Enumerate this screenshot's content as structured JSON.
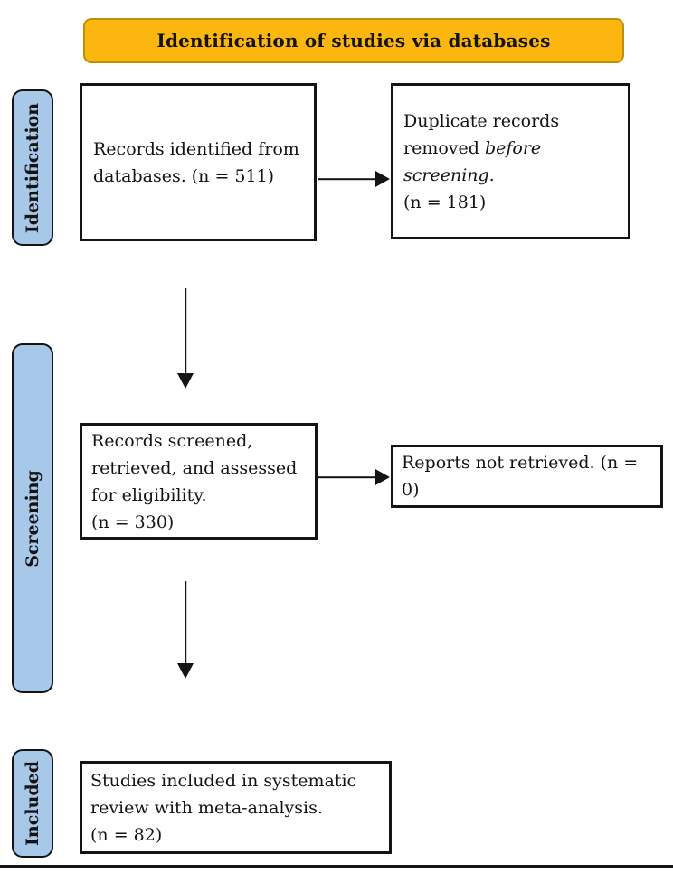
{
  "figure": {
    "header": {
      "title": "Identification of studies via databases"
    },
    "stages": [
      {
        "id": "identification",
        "label": "Identification"
      },
      {
        "id": "screening",
        "label": "Screening"
      },
      {
        "id": "included",
        "label": "Included"
      }
    ],
    "boxes": {
      "identified": {
        "lines": [
          "Records identified from",
          "databases. (n = 511)"
        ],
        "n": 511
      },
      "duplicates": {
        "line1": "Duplicate records",
        "line2_prefix": "removed ",
        "line2_italic": "before screening.",
        "line3": "(n = 181)",
        "n": 181
      },
      "screened": {
        "lines": [
          "Records screened,",
          "retrieved, and assessed",
          "for eligibility.",
          "(n = 330)"
        ],
        "n": 330
      },
      "not_retrieved": {
        "lines": [
          "Reports not retrieved. (n = 0)"
        ],
        "n": 0
      },
      "included": {
        "lines": [
          "Studies included in systematic",
          "review with meta-analysis.",
          "(n = 82)"
        ],
        "n": 82
      }
    },
    "colors": {
      "header_fill": "#FBB70F",
      "header_border": "#BF9000",
      "stage_fill": "#A8C8E9",
      "stage_border": "#141414",
      "box_border": "#141414",
      "text": "#141414"
    }
  }
}
